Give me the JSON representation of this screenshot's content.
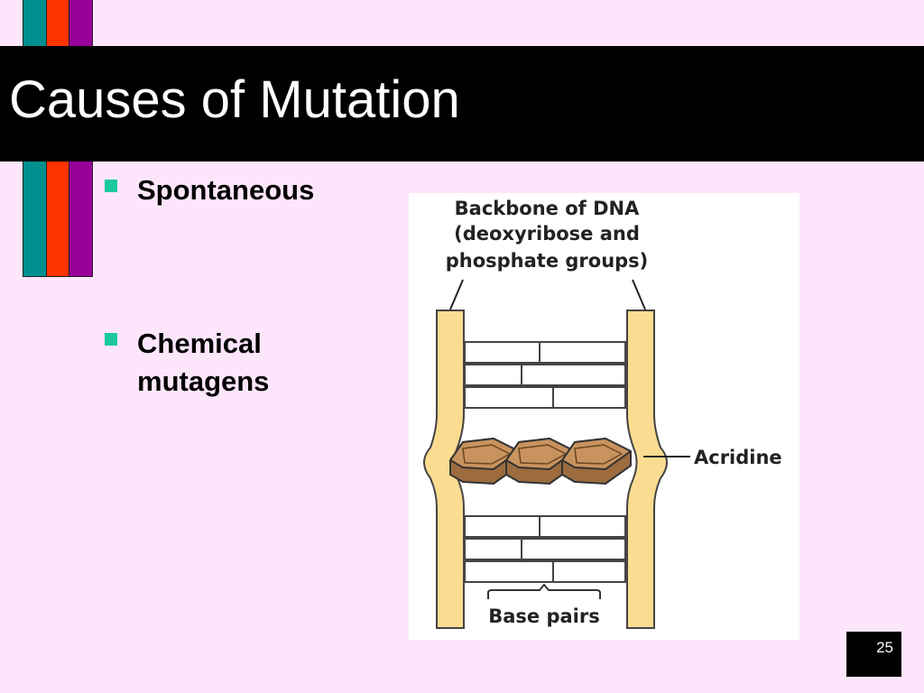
{
  "slide": {
    "title": "Causes of Mutation",
    "page_number": "25"
  },
  "colors": {
    "background": "#fde6fb",
    "teal": "#008f8f",
    "red": "#ff3300",
    "purple": "#99009a",
    "bullet": "#1bc8a0",
    "backbone": "#fcdc90",
    "acridine": "#c9935f"
  },
  "bullets": [
    {
      "label": "Spontaneous"
    },
    {
      "label": "Chemical mutagens"
    }
  ],
  "figure": {
    "backbone_label_line1": "Backbone of DNA",
    "backbone_label_line2": "(deoxyribose and",
    "backbone_label_line3": "phosphate groups)",
    "acridine_label": "Acridine",
    "base_pairs_label": "Base pairs"
  }
}
